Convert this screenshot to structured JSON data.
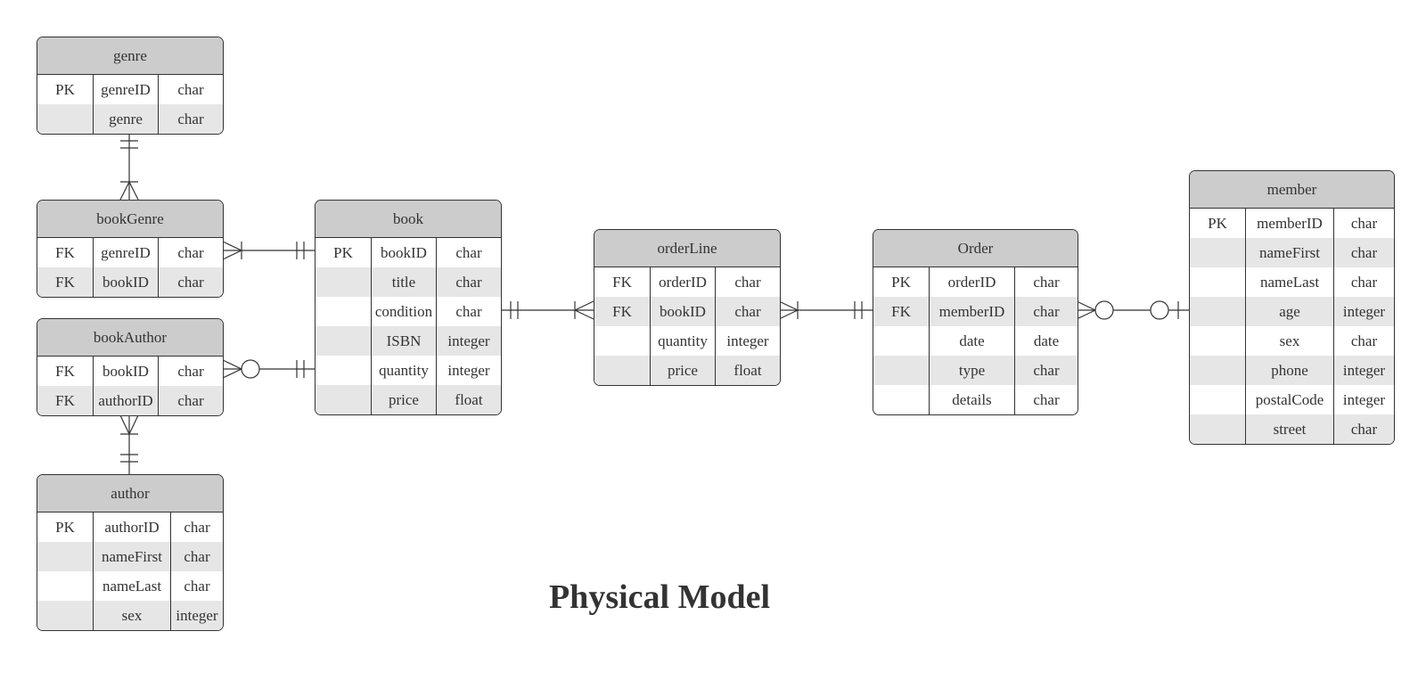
{
  "title": "Physical Model",
  "entities": {
    "genre": {
      "name": "genre",
      "rows": [
        {
          "key": "PK",
          "field": "genreID",
          "type": "char"
        },
        {
          "key": "",
          "field": "genre",
          "type": "char"
        }
      ]
    },
    "bookGenre": {
      "name": "bookGenre",
      "rows": [
        {
          "key": "FK",
          "field": "genreID",
          "type": "char"
        },
        {
          "key": "FK",
          "field": "bookID",
          "type": "char"
        }
      ]
    },
    "bookAuthor": {
      "name": "bookAuthor",
      "rows": [
        {
          "key": "FK",
          "field": "bookID",
          "type": "char"
        },
        {
          "key": "FK",
          "field": "authorID",
          "type": "char"
        }
      ]
    },
    "author": {
      "name": "author",
      "rows": [
        {
          "key": "PK",
          "field": "authorID",
          "type": "char"
        },
        {
          "key": "",
          "field": "nameFirst",
          "type": "char"
        },
        {
          "key": "",
          "field": "nameLast",
          "type": "char"
        },
        {
          "key": "",
          "field": "sex",
          "type": "integer"
        }
      ]
    },
    "book": {
      "name": "book",
      "rows": [
        {
          "key": "PK",
          "field": "bookID",
          "type": "char"
        },
        {
          "key": "",
          "field": "title",
          "type": "char"
        },
        {
          "key": "",
          "field": "condition",
          "type": "char"
        },
        {
          "key": "",
          "field": "ISBN",
          "type": "integer"
        },
        {
          "key": "",
          "field": "quantity",
          "type": "integer"
        },
        {
          "key": "",
          "field": "price",
          "type": "float"
        }
      ]
    },
    "orderLine": {
      "name": "orderLine",
      "rows": [
        {
          "key": "FK",
          "field": "orderID",
          "type": "char"
        },
        {
          "key": "FK",
          "field": "bookID",
          "type": "char"
        },
        {
          "key": "",
          "field": "quantity",
          "type": "integer"
        },
        {
          "key": "",
          "field": "price",
          "type": "float"
        }
      ]
    },
    "order": {
      "name": "Order",
      "rows": [
        {
          "key": "PK",
          "field": "orderID",
          "type": "char"
        },
        {
          "key": "FK",
          "field": "memberID",
          "type": "char"
        },
        {
          "key": "",
          "field": "date",
          "type": "date"
        },
        {
          "key": "",
          "field": "type",
          "type": "char"
        },
        {
          "key": "",
          "field": "details",
          "type": "char"
        }
      ]
    },
    "member": {
      "name": "member",
      "rows": [
        {
          "key": "PK",
          "field": "memberID",
          "type": "char"
        },
        {
          "key": "",
          "field": "nameFirst",
          "type": "char"
        },
        {
          "key": "",
          "field": "nameLast",
          "type": "char"
        },
        {
          "key": "",
          "field": "age",
          "type": "integer"
        },
        {
          "key": "",
          "field": "sex",
          "type": "char"
        },
        {
          "key": "",
          "field": "phone",
          "type": "integer"
        },
        {
          "key": "",
          "field": "postalCode",
          "type": "integer"
        },
        {
          "key": "",
          "field": "street",
          "type": "char"
        }
      ]
    }
  },
  "relationships": [
    {
      "from": "genre",
      "from_end": "one-and-only-one",
      "to": "bookGenre",
      "to_end": "one-or-many"
    },
    {
      "from": "book",
      "from_end": "one-and-only-one",
      "to": "bookGenre",
      "to_end": "one-or-many"
    },
    {
      "from": "book",
      "from_end": "one-and-only-one",
      "to": "bookAuthor",
      "to_end": "zero-or-many"
    },
    {
      "from": "author",
      "from_end": "one-and-only-one",
      "to": "bookAuthor",
      "to_end": "one-or-many"
    },
    {
      "from": "book",
      "from_end": "one-and-only-one",
      "to": "orderLine",
      "to_end": "one-or-many"
    },
    {
      "from": "order",
      "from_end": "one-and-only-one",
      "to": "orderLine",
      "to_end": "one-or-many"
    },
    {
      "from": "member",
      "from_end": "zero-or-one",
      "to": "order",
      "to_end": "zero-or-many"
    }
  ]
}
